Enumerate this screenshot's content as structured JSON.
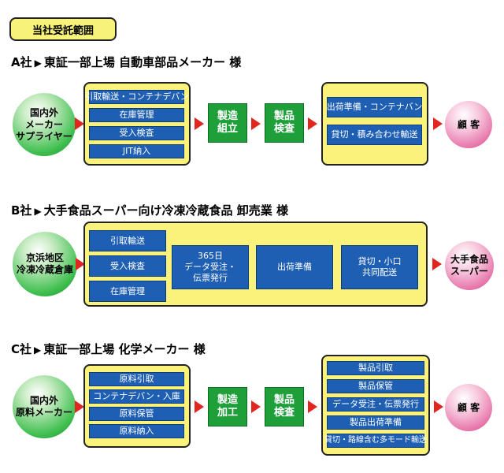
{
  "title_tag": "当社受託範囲",
  "sections": [
    {
      "heading_company": "A社",
      "heading_desc": "東証一部上場 自動車部品メーカー 様",
      "source": [
        "国内外",
        "メーカー",
        "サプライヤー"
      ],
      "left_items": [
        "引取輸送・コンテナデバン",
        "在庫管理",
        "受入検査",
        "JIT納入"
      ],
      "steps": [
        [
          "製造",
          "組立"
        ],
        [
          "製品",
          "検査"
        ]
      ],
      "right_items": [
        "出荷準備・コンテナバン",
        "貸切・積み合わせ輸送"
      ],
      "dest": [
        "顧 客"
      ]
    },
    {
      "heading_company": "B社",
      "heading_desc": "大手食品スーパー向け冷凍冷蔵食品 卸売業 様",
      "source": [
        "京浜地区",
        "冷凍冷蔵倉庫"
      ],
      "left_items": [
        "引取輸送",
        "受入検査",
        "在庫管理"
      ],
      "middle_items": [
        [
          "365日",
          "データ受注・",
          "伝票発行"
        ],
        [
          "出荷準備"
        ],
        [
          "貸切・小口",
          "共同配送"
        ]
      ],
      "dest": [
        "大手食品",
        "スーパー"
      ]
    },
    {
      "heading_company": "C社",
      "heading_desc": "東証一部上場 化学メーカー 様",
      "source": [
        "国内外",
        "原料メーカー"
      ],
      "left_items": [
        "原料引取",
        "コンテナデバン・入庫",
        "原料保管",
        "原料納入"
      ],
      "steps": [
        [
          "製造",
          "加工"
        ],
        [
          "製品",
          "検査"
        ]
      ],
      "right_items": [
        "製品引取",
        "製品保管",
        "データ受注・伝票発行",
        "製品出荷準備",
        "貸切・路線含む多モード輸送"
      ],
      "dest": [
        "顧 客"
      ]
    }
  ]
}
